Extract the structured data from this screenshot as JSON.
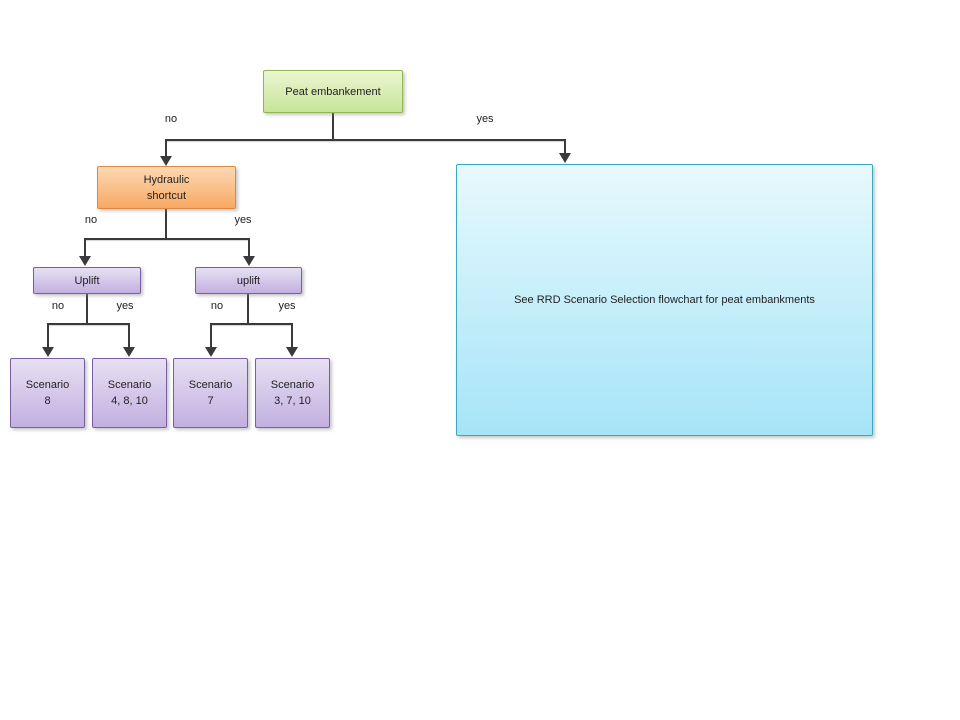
{
  "nodes": {
    "root": {
      "label": "Peat embankement"
    },
    "hydraulic_shortcut": {
      "line1": "Hydraulic",
      "line2": "shortcut"
    },
    "uplift_no_branch": {
      "label": "Uplift"
    },
    "uplift_yes_branch": {
      "label": "uplift"
    },
    "scenario_8": {
      "line1": "Scenario",
      "line2": "8"
    },
    "scenario_4_8_10": {
      "line1": "Scenario",
      "line2": "4, 8, 10"
    },
    "scenario_7": {
      "line1": "Scenario",
      "line2": "7"
    },
    "scenario_3_7_10": {
      "line1": "Scenario",
      "line2": "3, 7, 10"
    },
    "see_rrd": {
      "label": "See RRD Scenario Selection flowchart for peat embankments"
    }
  },
  "edge_labels": {
    "root_no": "no",
    "root_yes": "yes",
    "hydraulic_no": "no",
    "hydraulic_yes": "yes",
    "uplift_left_no": "no",
    "uplift_left_yes": "yes",
    "uplift_right_no": "no",
    "uplift_right_yes": "yes"
  },
  "colors": {
    "node_green_top": "#eaf6d2",
    "node_green_bottom": "#c7e599",
    "node_green_border": "#94b64e",
    "node_orange_top": "#fdd9b4",
    "node_orange_bottom": "#f7a963",
    "node_orange_border": "#e0883f",
    "node_purple_top": "#e7e0f3",
    "node_purple_bottom": "#c2b0e0",
    "node_purple_border": "#7a5fa0",
    "node_cyan_top": "#e7f9fd",
    "node_cyan_bottom": "#a6e4f8",
    "node_cyan_border": "#3aa7c4",
    "connector": "#3a3a3a",
    "text": "#1f1f1f"
  }
}
